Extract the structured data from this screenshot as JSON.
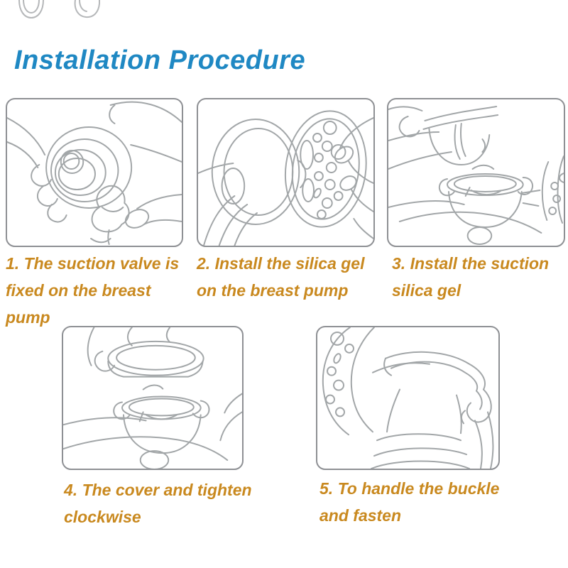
{
  "title": {
    "text": "Installation Procedure",
    "color": "#1f88c3"
  },
  "colors": {
    "title_blue": "#1f88c3",
    "caption_orange": "#c9891f",
    "panel_border_gray": "#8e9094",
    "drawing_stroke_gray": "#a2a6a8",
    "background": "#ffffff"
  },
  "steps": [
    {
      "number": "1",
      "caption": "1. The suction valve is fixed on the breast pump",
      "lines": [
        "1. The suction valve is",
        "fixed on the breast",
        "pump"
      ],
      "illustration": "hands-fixing-suction-valve-on-breast-pump"
    },
    {
      "number": "2",
      "caption": "2. Install the silica gel on the breast pump",
      "lines": [
        "2. Install the silica gel",
        "on the breast pump"
      ],
      "illustration": "installing-silica-gel-cushion-on-breast-shield"
    },
    {
      "number": "3",
      "caption": "3. Install the suction silica gel",
      "lines": [
        "3. Install the suction",
        "silica gel"
      ],
      "illustration": "installing-suction-silica-gel-into-pump-body"
    },
    {
      "number": "4",
      "caption": "4. The cover and tighten clockwise",
      "lines": [
        "4. The cover and tighten",
        "clockwise"
      ],
      "illustration": "placing-cover-and-tightening-clockwise"
    },
    {
      "number": "5",
      "caption": "5. To handle the buckle and fasten",
      "lines": [
        "5. To handle the buckle",
        "and fasten"
      ],
      "illustration": "fastening-handle-buckle"
    }
  ]
}
